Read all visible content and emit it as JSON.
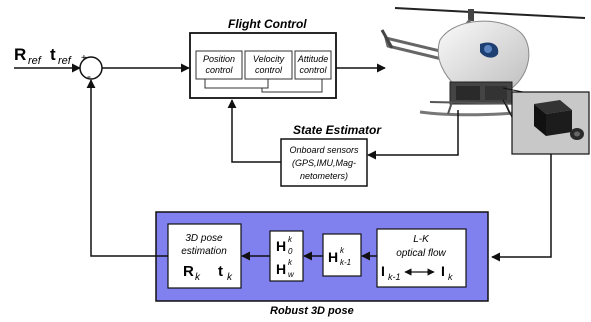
{
  "reference_input": {
    "R": "R",
    "R_sub": "ref",
    "t": "t",
    "t_sub": "ref"
  },
  "summing_junction": {
    "plus": "+",
    "minus": "-"
  },
  "flight_control": {
    "title": "Flight Control",
    "blocks": [
      {
        "line1": "Position",
        "line2": "control"
      },
      {
        "line1": "Velocity",
        "line2": "control"
      },
      {
        "line1": "Attitude",
        "line2": "control"
      }
    ]
  },
  "state_estimator": {
    "title": "State Estimator",
    "line1": "Onboard sensors",
    "line2": "(GPS,IMU,Mag-",
    "line3": "netometers)"
  },
  "robust_pose": {
    "title": "Robust 3D pose",
    "color": "#8080ee",
    "pose_block": {
      "line1": "3D pose",
      "line2": "estimation",
      "R": "R",
      "R_sub": "k",
      "t": "t",
      "t_sub": "k"
    },
    "homography_block": {
      "H0": "H",
      "H0_sup": "k",
      "H0_sub": "0",
      "Hw": "H",
      "Hw_sup": "k",
      "Hw_sub": "w"
    },
    "homography_prev_block": {
      "H": "H",
      "sup": "k",
      "sub": "k-1"
    },
    "optical_flow_block": {
      "line1": "L-K",
      "line2": "optical flow",
      "I1": "I",
      "I1_sub": "k-1",
      "I2": "I",
      "I2_sub": "k"
    }
  },
  "colors": {
    "panel_blue": "#8080ee",
    "camera_inset_bg": "#c8c8c8",
    "heli_body": "#e6e6e6"
  }
}
